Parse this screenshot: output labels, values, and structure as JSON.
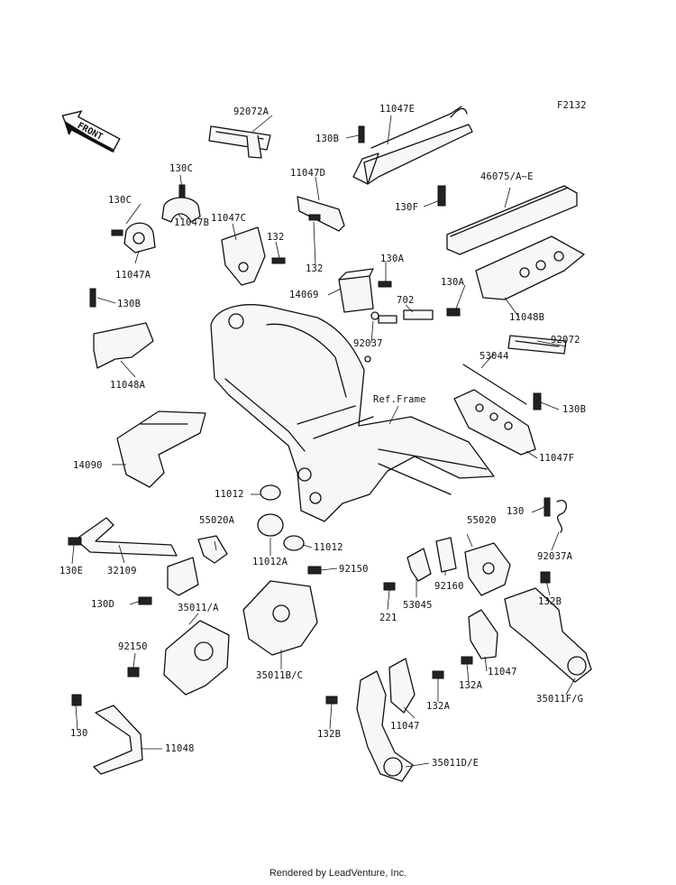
{
  "diagram_code": "F2132",
  "front_badge": "FRONT",
  "footer": "Rendered by LeadVenture, Inc.",
  "labels": [
    "92072A",
    "11047E",
    "130B",
    "46075/A~E",
    "11047D",
    "130C",
    "130C",
    "11047C",
    "11047B",
    "132",
    "130F",
    "11047A",
    "132",
    "130A",
    "130A",
    "14069",
    "702",
    "130B",
    "92037",
    "11048B",
    "92072",
    "11048A",
    "53044",
    "Ref.Frame",
    "130B",
    "14090",
    "11047F",
    "11012",
    "130",
    "55020A",
    "55020",
    "11012",
    "11012A",
    "92037A",
    "130E",
    "32109",
    "92150",
    "130D",
    "35011/A",
    "92160",
    "221",
    "53045",
    "132B",
    "92150",
    "35011B/C",
    "11047",
    "132A",
    "35011F/G",
    "132A",
    "130",
    "11047",
    "132B",
    "11048",
    "35011D/E"
  ]
}
